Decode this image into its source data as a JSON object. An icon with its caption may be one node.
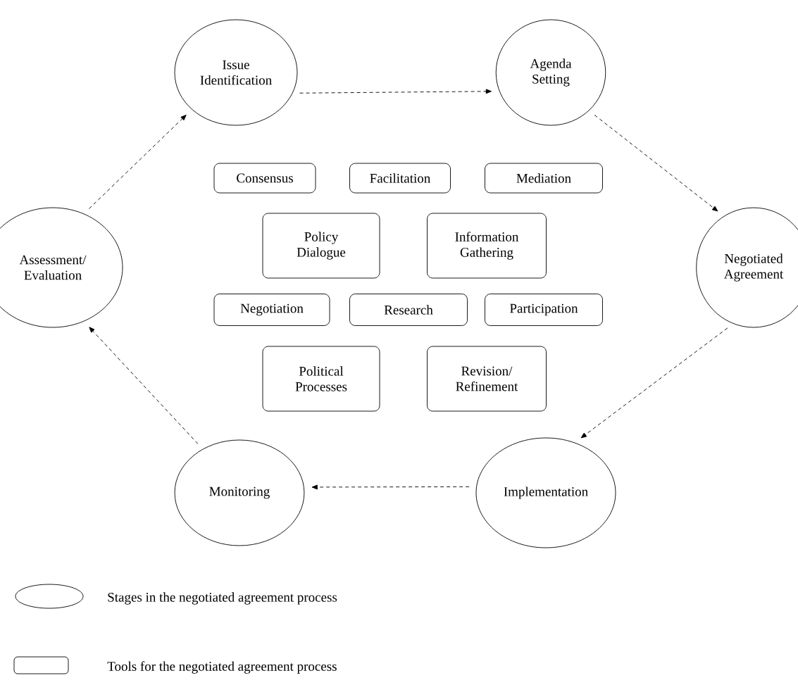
{
  "diagram": {
    "nodes": [
      {
        "text": [
          "Issue Identification"
        ]
      },
      {
        "text": [
          "Agenda Setting"
        ]
      },
      {
        "text": [
          "Negotiated Agreement"
        ]
      },
      {
        "text": [
          "Implementation"
        ]
      },
      {
        "text": [
          "Monitoring"
        ]
      },
      {
        "text": [
          "Assessment/ Evaluation"
        ]
      },
      {
        "text": [
          "Consensus"
        ]
      },
      {
        "text": [
          "Facilitation"
        ]
      },
      {
        "text": [
          "Mediation"
        ]
      },
      {
        "text": [
          "Policy Dialogue"
        ]
      },
      {
        "text": [
          "Information Gathering"
        ]
      },
      {
        "text": [
          "Negotiation"
        ]
      },
      {
        "text": [
          "Research"
        ]
      },
      {
        "text": [
          "Participation"
        ]
      },
      {
        "text": [
          "Political Processes"
        ]
      },
      {
        "text": [
          "Revision/ Refinement"
        ]
      }
    ],
    "edges": [
      {
        "from": 0,
        "to": 1,
        "arrow": "to",
        "style": "dashed"
      },
      {
        "from": 1,
        "to": 2,
        "arrow": "to",
        "style": "dashed"
      },
      {
        "from": 2,
        "to": 3,
        "arrow": "to",
        "style": "dashed"
      },
      {
        "from": 3,
        "to": 4,
        "arrow": "to",
        "style": "dashed"
      },
      {
        "from": 4,
        "to": 5,
        "arrow": "to",
        "style": "dashed"
      },
      {
        "from": 5,
        "to": 0,
        "arrow": "to",
        "style": "dashed"
      }
    ],
    "legend": [
      {
        "text": "Stages in the negotiated agreement process"
      },
      {
        "text": "Tools for the negotiated agreement process"
      }
    ]
  }
}
